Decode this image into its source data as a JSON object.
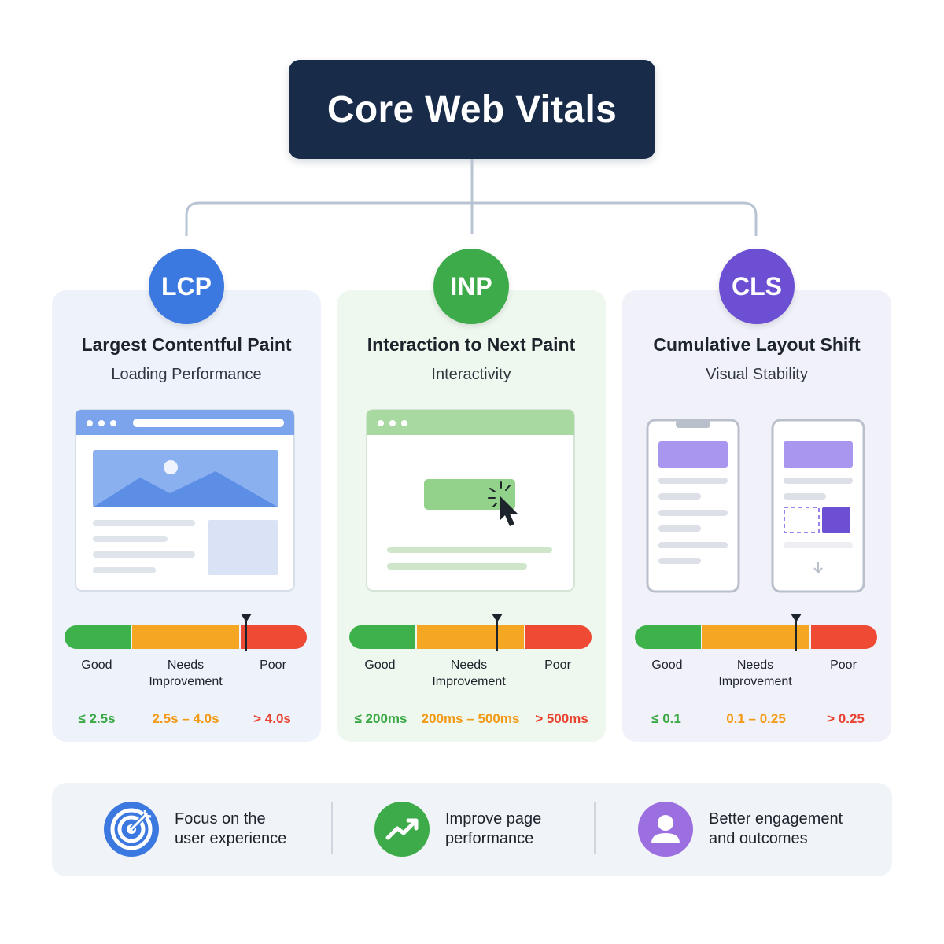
{
  "title": "Core Web Vitals",
  "metrics": [
    {
      "abbr": "LCP",
      "name": "Largest Contentful Paint",
      "category": "Loading Performance",
      "labels": {
        "good": "Good",
        "needs_line1": "Needs",
        "needs_line2": "Improvement",
        "poor": "Poor"
      },
      "thresholds": {
        "good": "≤ 2.5s",
        "needs": "2.5s – 4.0s",
        "poor": "> 4.0s"
      },
      "color": "#3b78e0"
    },
    {
      "abbr": "INP",
      "name": "Interaction to Next Paint",
      "category": "Interactivity",
      "labels": {
        "good": "Good",
        "needs_line1": "Needs",
        "needs_line2": "Improvement",
        "poor": "Poor"
      },
      "thresholds": {
        "good": "≤ 200ms",
        "needs": "200ms – 500ms",
        "poor": "> 500ms"
      },
      "color": "#3dab4a"
    },
    {
      "abbr": "CLS",
      "name": "Cumulative Layout Shift",
      "category": "Visual Stability",
      "labels": {
        "good": "Good",
        "needs_line1": "Needs",
        "needs_line2": "Improvement",
        "poor": "Poor"
      },
      "thresholds": {
        "good": "≤ 0.1",
        "needs": "0.1 – 0.25",
        "poor": "> 0.25"
      },
      "color": "#6c4fd3"
    }
  ],
  "footer": [
    {
      "line1": "Focus on the",
      "line2": "user experience",
      "icon": "target-icon",
      "color": "#3b78e0"
    },
    {
      "line1": "Improve page",
      "line2": "performance",
      "icon": "trending-up-icon",
      "color": "#3dab4a"
    },
    {
      "line1": "Better engagement",
      "line2": "and outcomes",
      "icon": "user-icon",
      "color": "#9b6fe0"
    }
  ],
  "colors": {
    "good": "#3db24b",
    "needs": "#f5a623",
    "poor": "#ef4a33",
    "title_bg": "#182c4a"
  }
}
